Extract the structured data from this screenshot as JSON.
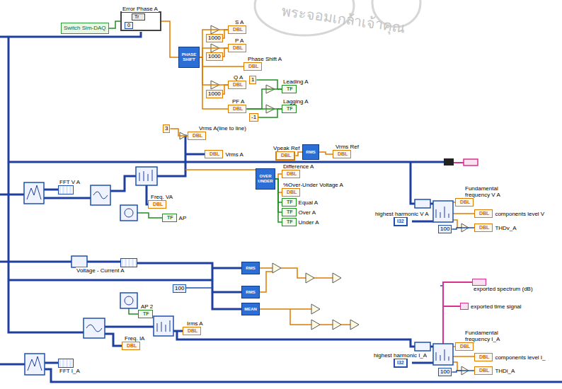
{
  "diagram": {
    "nodes": [
      {
        "text": [
          "Switch Sim-DAQ"
        ]
      },
      {
        "text": [
          "Error Phase A",
          "Tr",
          "0"
        ]
      },
      {
        "text": [
          "PHASE SHIFT"
        ]
      },
      {
        "text": [
          "1000"
        ]
      },
      {
        "text": [
          "1000"
        ]
      },
      {
        "text": [
          "1000"
        ]
      },
      {
        "text": [
          "DBL",
          "S A"
        ]
      },
      {
        "text": [
          "DBL",
          "P A"
        ]
      },
      {
        "text": [
          "DBL",
          "Phase Shift A"
        ]
      },
      {
        "text": [
          "DBL",
          "Q A"
        ]
      },
      {
        "text": [
          "DBL",
          "PF A"
        ]
      },
      {
        "text": [
          "1"
        ]
      },
      {
        "text": [
          "-1"
        ]
      },
      {
        "text": [
          "TF",
          "Leading A"
        ]
      },
      {
        "text": [
          "TF",
          "Lagging A"
        ]
      },
      {
        "text": [
          "3"
        ]
      },
      {
        "text": [
          "DBL",
          "Vrms A(line to line)"
        ]
      },
      {
        "text": [
          "DBL",
          "Vrms A"
        ]
      },
      {
        "text": [
          "DBL",
          "Vpeak Ref"
        ]
      },
      {
        "text": [
          "RMS"
        ]
      },
      {
        "text": [
          "DBL",
          "Vrms Ref"
        ]
      },
      {
        "text": [
          "OVER UNDER"
        ]
      },
      {
        "text": [
          "DBL",
          "Difference A"
        ]
      },
      {
        "text": [
          "DBL",
          "%Over-Under Voltage A"
        ]
      },
      {
        "text": [
          "TF",
          "Equal A"
        ]
      },
      {
        "text": [
          "TF",
          "Over A"
        ]
      },
      {
        "text": [
          "TF",
          "Under A"
        ]
      },
      {
        "text": [
          "FFT V A"
        ]
      },
      {
        "text": [
          "DBL",
          "Freq. VA"
        ]
      },
      {
        "text": [
          "TF",
          "AP"
        ]
      },
      {
        "text": [
          "I32",
          "highest harmonic V A"
        ]
      },
      {
        "text": [
          "DBL",
          "Fundamental frequency V A"
        ]
      },
      {
        "text": [
          "DBL",
          "components level V"
        ]
      },
      {
        "text": [
          "100"
        ]
      },
      {
        "text": [
          "DBL",
          "THDv_A"
        ]
      },
      {
        "text": [
          "Voltage - Current A"
        ]
      },
      {
        "text": [
          "100"
        ]
      },
      {
        "text": [
          "RMS"
        ]
      },
      {
        "text": [
          "RMS"
        ]
      },
      {
        "text": [
          "MEAN"
        ]
      },
      {
        "text": [
          "TF",
          "AP 2"
        ]
      },
      {
        "text": [
          "DBL",
          "Irms A"
        ]
      },
      {
        "text": [
          "DBL",
          "Freq. IA"
        ]
      },
      {
        "text": [
          "FFT I_A"
        ]
      },
      {
        "text": [
          "exported spectrum (dB)"
        ]
      },
      {
        "text": [
          "exported time signal"
        ]
      },
      {
        "text": [
          "I32",
          "highest harmonic I_A"
        ]
      },
      {
        "text": [
          "DBL",
          "Fundamental frequency I_A"
        ]
      },
      {
        "text": [
          "DBL",
          "components level I_"
        ]
      },
      {
        "text": [
          "100"
        ]
      },
      {
        "text": [
          "DBL",
          "THDi_A"
        ]
      }
    ],
    "edges": [
      {
        "from": 0,
        "to": 1,
        "arrow": "none"
      },
      {
        "from": 1,
        "to": 2,
        "arrow": "none"
      },
      {
        "from": 2,
        "to": 6,
        "arrow": "none"
      },
      {
        "from": 2,
        "to": 7,
        "arrow": "none"
      },
      {
        "from": 2,
        "to": 8,
        "arrow": "none"
      },
      {
        "from": 2,
        "to": 9,
        "arrow": "none"
      },
      {
        "from": 2,
        "to": 10,
        "arrow": "none"
      },
      {
        "from": 3,
        "to": 6,
        "arrow": "none"
      },
      {
        "from": 4,
        "to": 7,
        "arrow": "none"
      },
      {
        "from": 5,
        "to": 9,
        "arrow": "none"
      },
      {
        "from": 10,
        "to": 13,
        "arrow": "none"
      },
      {
        "from": 10,
        "to": 14,
        "arrow": "none"
      },
      {
        "from": 11,
        "to": 13,
        "arrow": "none"
      },
      {
        "from": 12,
        "to": 14,
        "arrow": "none"
      },
      {
        "from": 15,
        "to": 16,
        "arrow": "none"
      },
      {
        "from": 18,
        "to": 19,
        "arrow": "none"
      },
      {
        "from": 19,
        "to": 20,
        "arrow": "none"
      },
      {
        "from": 21,
        "to": 22,
        "arrow": "none"
      },
      {
        "from": 21,
        "to": 23,
        "arrow": "none"
      },
      {
        "from": 21,
        "to": 24,
        "arrow": "none"
      },
      {
        "from": 21,
        "to": 25,
        "arrow": "none"
      },
      {
        "from": 21,
        "to": 26,
        "arrow": "none"
      },
      {
        "from": 33,
        "to": 34,
        "arrow": "none"
      },
      {
        "from": 49,
        "to": 50,
        "arrow": "none"
      }
    ],
    "labels": [
      "พระจอมเกล้าเจ้าคุณ"
    ]
  }
}
